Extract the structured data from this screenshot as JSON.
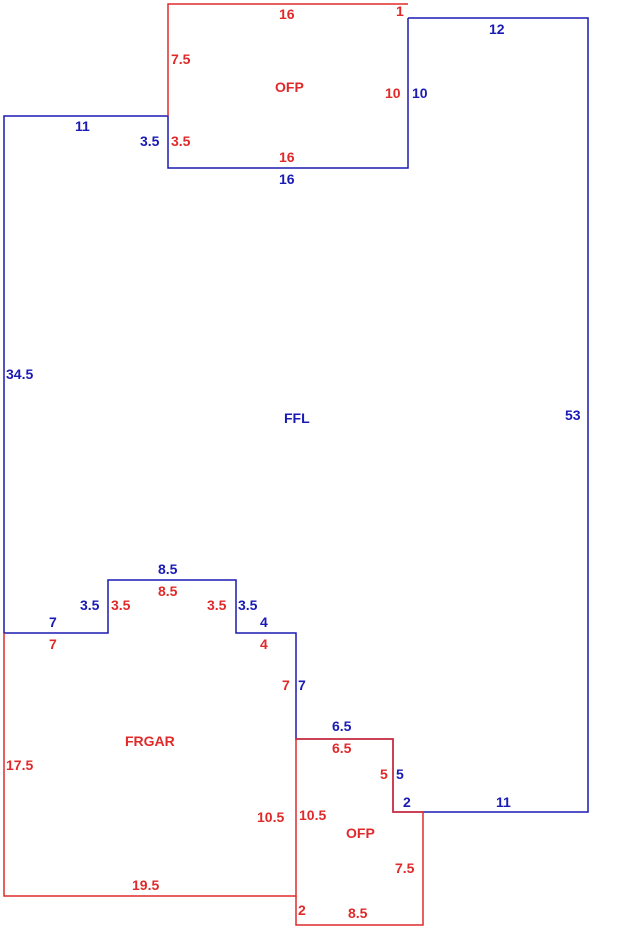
{
  "colors": {
    "ffl": "#1a1ab4",
    "annex": "#e02a2a"
  },
  "areas": {
    "ffl": "FFL",
    "ofp_top": "OFP",
    "frgar": "FRGAR",
    "ofp_bottom": "OFP"
  },
  "ffl_dims": {
    "top_right": "12",
    "right": "53",
    "bottom_right": "11",
    "step_2": "2",
    "step_5": "5",
    "step_6_5": "6.5",
    "step_7": "7",
    "step_4": "4",
    "notch_right": "3.5",
    "notch_top": "8.5",
    "notch_left": "3.5",
    "bottom_left": "7",
    "left": "34.5",
    "top_left": "11",
    "ofp_side": "3.5",
    "ofp_bottom": "16",
    "ofp_right": "10"
  },
  "ofp_top_dims": {
    "top": "16",
    "corner": "1",
    "left": "7.5",
    "right": "10",
    "bottom": "16",
    "small": "3.5"
  },
  "frgar_dims": {
    "top_left": "7",
    "notch_left": "3.5",
    "notch_top": "8.5",
    "notch_right": "3.5",
    "top_right": "4",
    "right_upper": "7",
    "right_lower": "10.5",
    "bottom": "19.5",
    "left": "17.5"
  },
  "ofp_bottom_dims": {
    "top": "6.5",
    "right_upper": "5",
    "left": "10.5",
    "right": "7.5",
    "bottom": "8.5",
    "corner": "2"
  }
}
